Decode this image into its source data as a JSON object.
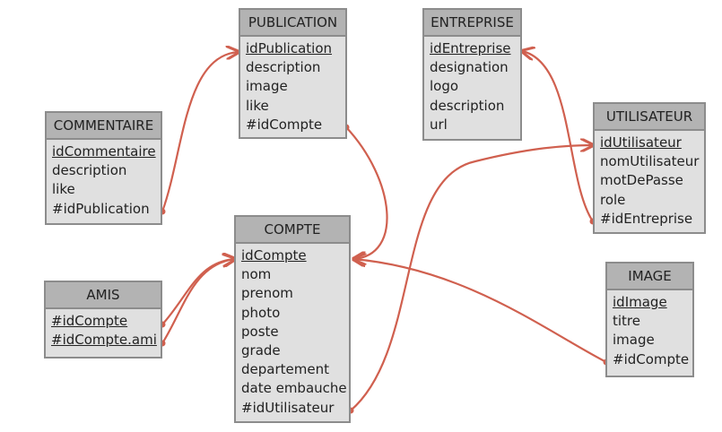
{
  "colors": {
    "link": "#d0604f",
    "header": "#b3b3b3",
    "box": "#e0e0e0",
    "border": "#8c8c8c"
  },
  "entities": {
    "publication": {
      "title": "PUBLICATION",
      "fields": [
        "idPublication",
        "description",
        "image",
        "like",
        "#idCompte"
      ]
    },
    "entreprise": {
      "title": "ENTREPRISE",
      "fields": [
        "idEntreprise",
        "designation",
        "logo",
        "description",
        "url"
      ]
    },
    "commentaire": {
      "title": "COMMENTAIRE",
      "fields": [
        "idCommentaire",
        "description",
        "like",
        "#idPublication"
      ]
    },
    "utilisateur": {
      "title": "UTILISATEUR",
      "fields": [
        "idUtilisateur",
        "nomUtilisateur",
        "motDePasse",
        "role",
        "#idEntreprise"
      ]
    },
    "compte": {
      "title": "COMPTE",
      "fields": [
        "idCompte",
        "nom",
        "prenom",
        "photo",
        "poste",
        "grade",
        "departement",
        "date embauche",
        "#idUtilisateur"
      ]
    },
    "amis": {
      "title": "AMIS",
      "fields": [
        "#idCompte",
        "#idCompte.ami"
      ]
    },
    "image": {
      "title": "IMAGE",
      "fields": [
        "idImage",
        "titre",
        "image",
        "#idCompte"
      ]
    }
  }
}
